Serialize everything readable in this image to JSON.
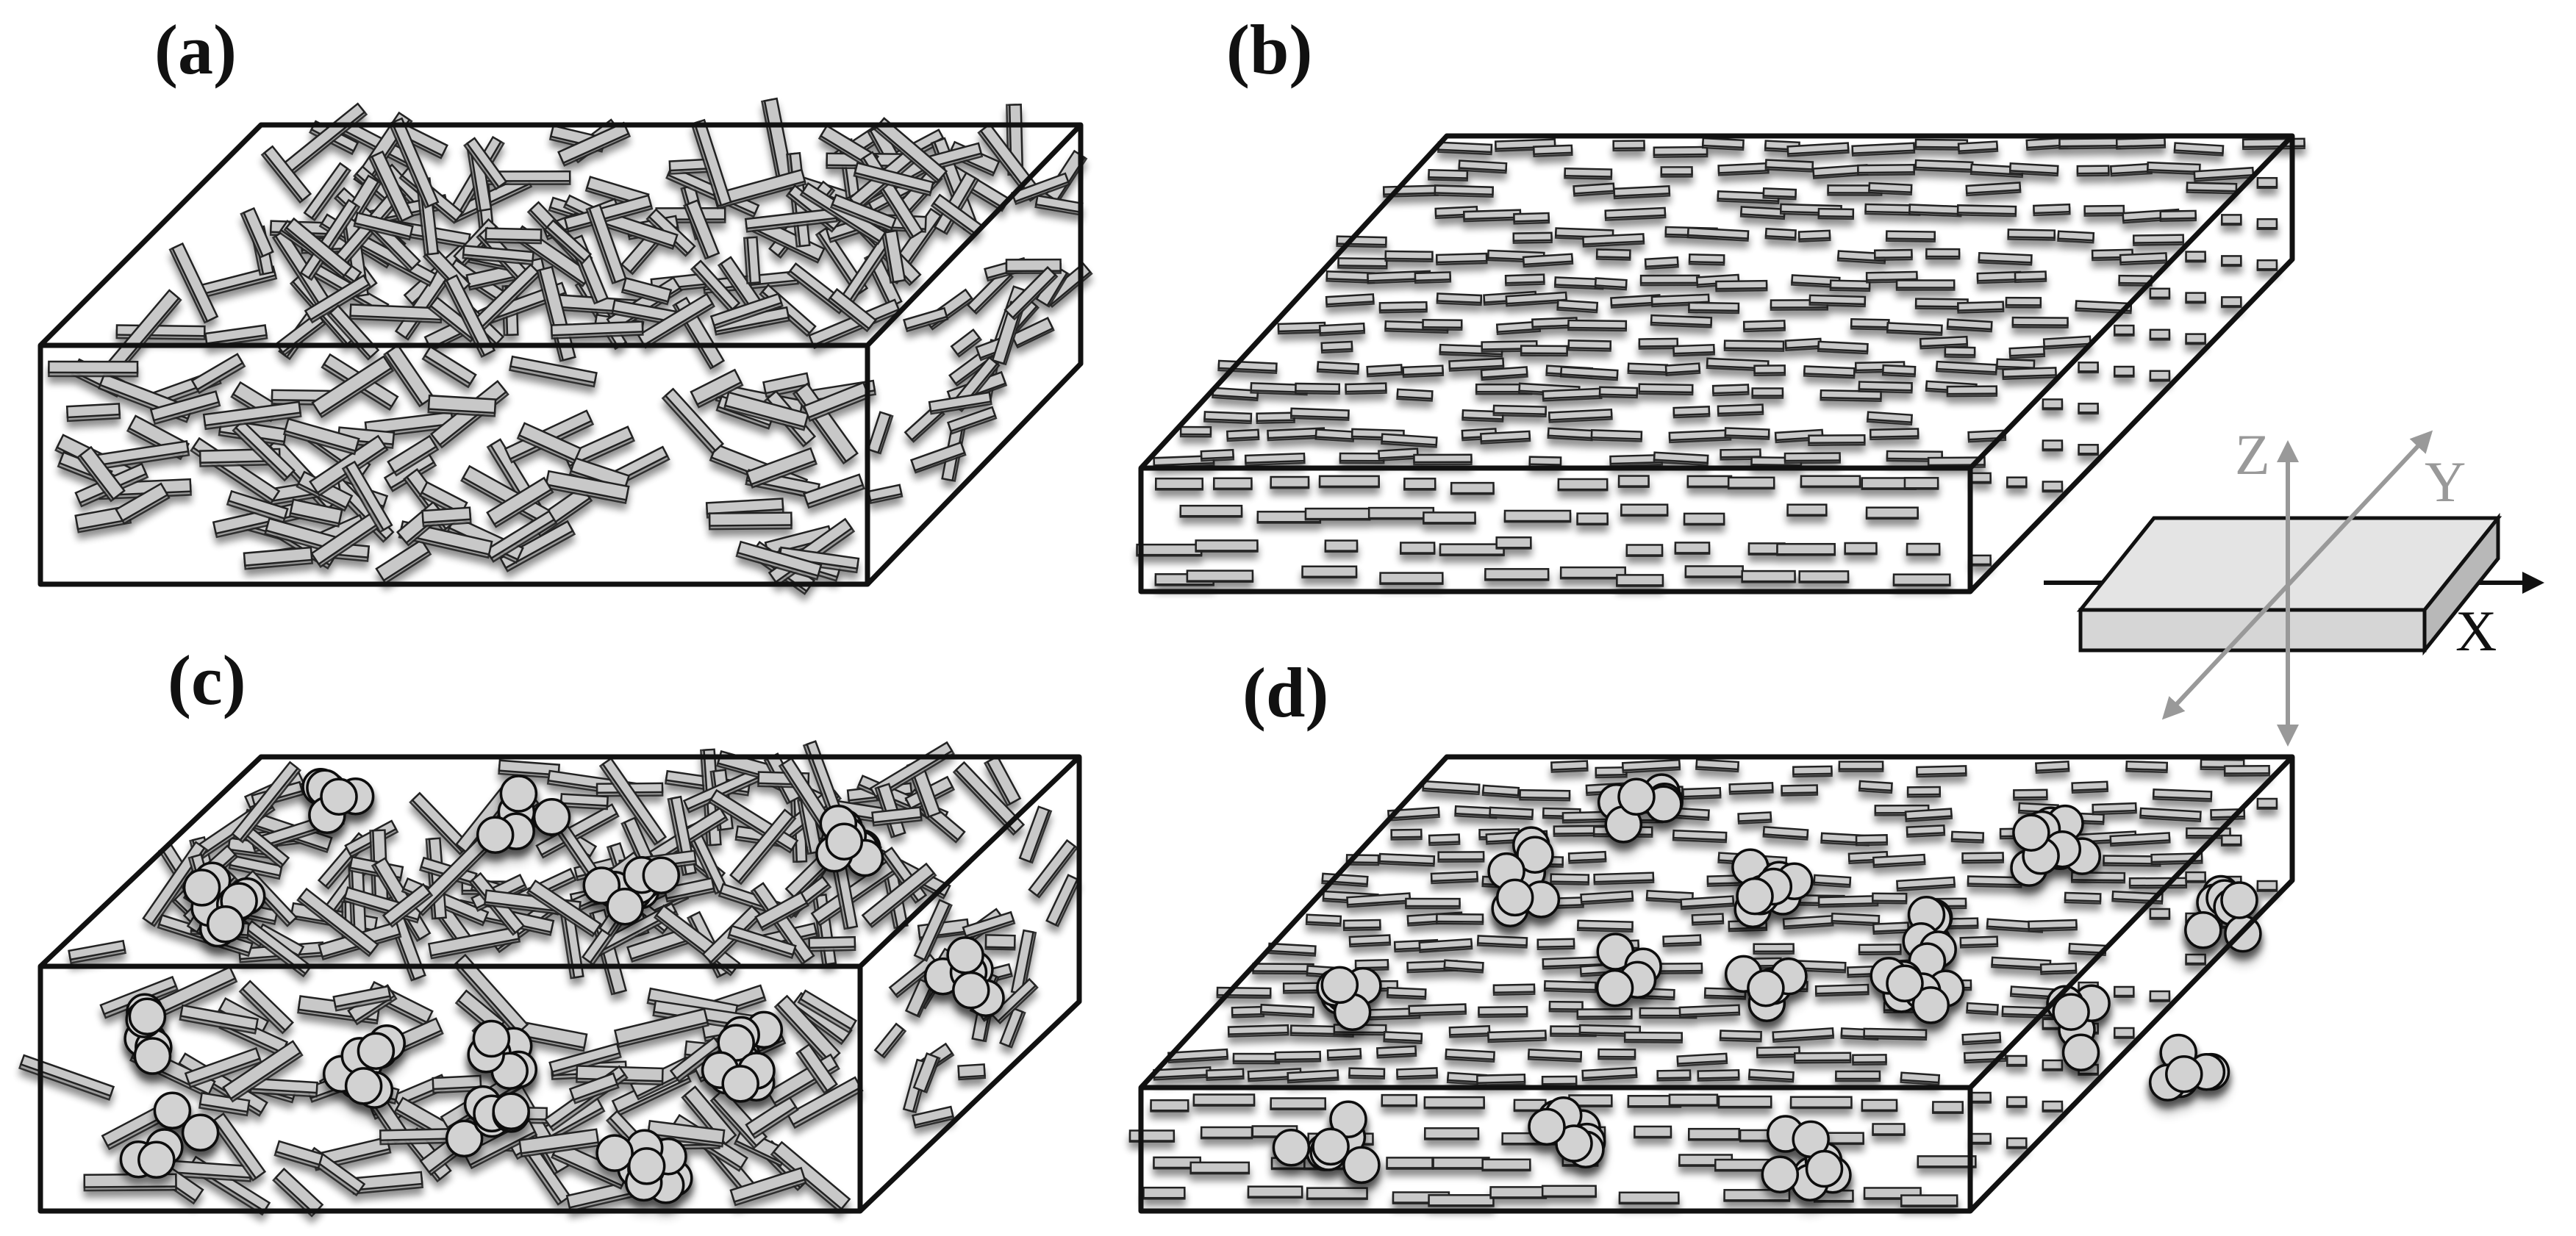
{
  "panels": [
    {
      "label": "(a)",
      "filler": "platelets",
      "orientation": "random",
      "particles": "none"
    },
    {
      "label": "(b)",
      "filler": "platelets",
      "orientation": "aligned",
      "particles": "none"
    },
    {
      "label": "(c)",
      "filler": "platelets",
      "orientation": "random",
      "particles": "sphere-clusters"
    },
    {
      "label": "(d)",
      "filler": "platelets",
      "orientation": "aligned",
      "particles": "sphere-clusters"
    }
  ],
  "axes": {
    "x": "X",
    "y": "Y",
    "z": "Z"
  },
  "colors": {
    "outline": "#111111",
    "platelet_fill": "#9a9a9a",
    "platelet_light": "#c8c8c8",
    "sphere_fill": "#d2d2d2",
    "axis_gray": "#999999",
    "axis_black": "#111111",
    "slab_top": "#e4e4e4",
    "slab_side": "#b8b8b8"
  }
}
